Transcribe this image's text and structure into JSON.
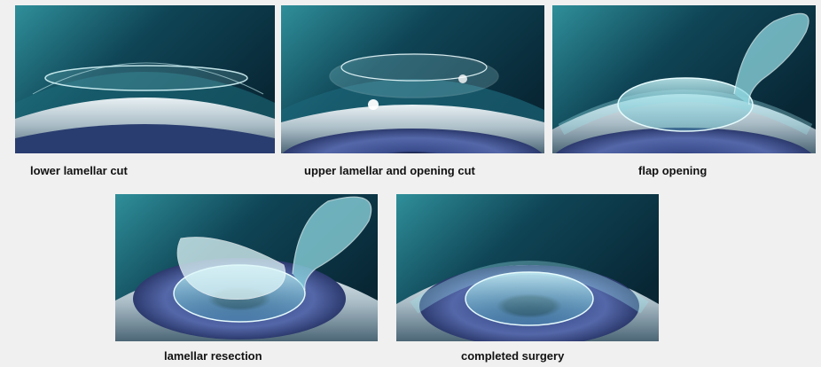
{
  "figure": {
    "panels": [
      {
        "caption": "lower lamellar cut"
      },
      {
        "caption": "upper lamellar and opening cut"
      },
      {
        "caption": "flap opening"
      },
      {
        "caption": "lamellar resection"
      },
      {
        "caption": "completed surgery"
      }
    ]
  },
  "colors": {
    "background": "#f0f0f0",
    "scene_dark": "#0a2a38",
    "scene_teal": "#1f6f80",
    "iris": "#3d4f8f",
    "pupil": "#0d1430",
    "cornea_glass": "#9fe2ea"
  }
}
